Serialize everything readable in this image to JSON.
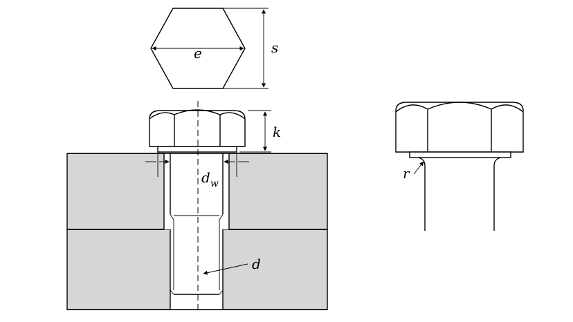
{
  "labels": {
    "e": "e",
    "s": "s",
    "k": "k",
    "d": "d",
    "d_w_base": "d",
    "d_w_sub": "w",
    "r": "r"
  }
}
